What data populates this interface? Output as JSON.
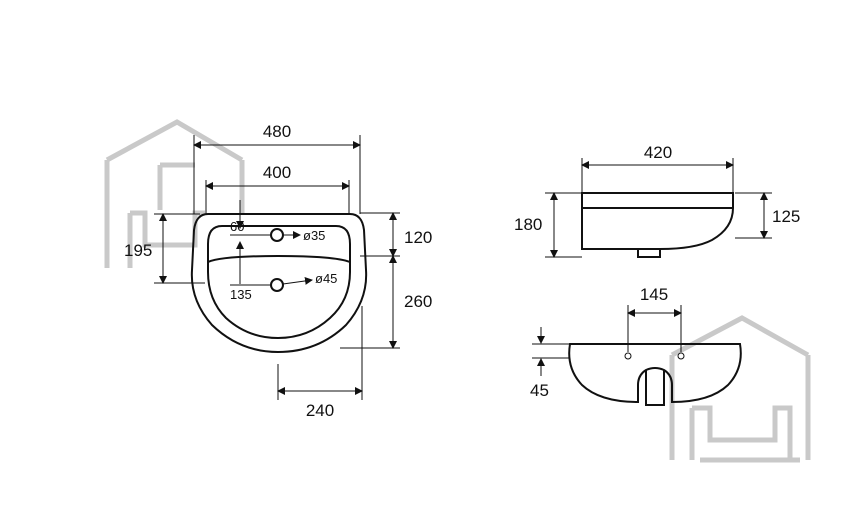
{
  "top_view": {
    "dims": {
      "overall_width": "480",
      "inner_width": "400",
      "width_195": "195",
      "depth_120": "120",
      "depth_260": "260",
      "depth_240": "240",
      "dim_60": "60",
      "dim_135": "135",
      "hole_35": "ø35",
      "hole_45": "ø45"
    }
  },
  "side_view": {
    "dims": {
      "width_420": "420",
      "height_180": "180",
      "height_125": "125"
    }
  },
  "front_view": {
    "dims": {
      "width_145": "145",
      "height_45": "45"
    }
  },
  "colors": {
    "line": "#111111",
    "watermark": "#c9c9c9"
  },
  "icons": [
    "house-sofa-watermark-icon"
  ]
}
